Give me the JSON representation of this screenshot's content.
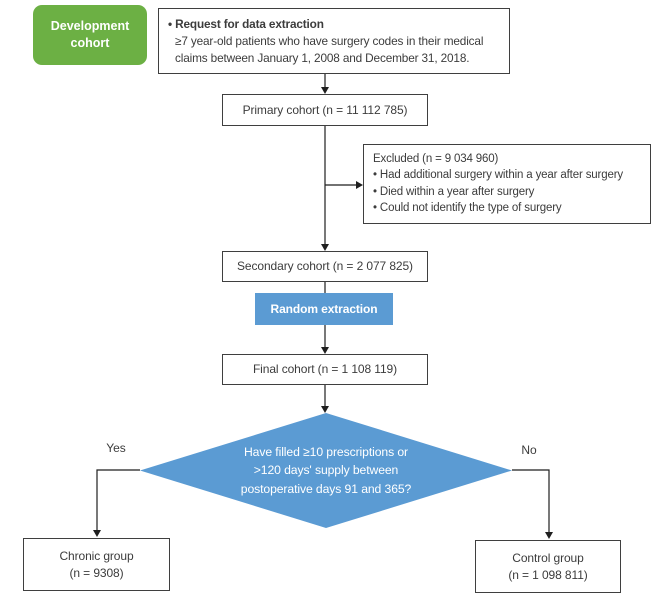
{
  "colors": {
    "green": "#6cb044",
    "blue": "#5b9bd3",
    "box_border": "#3f3f3f",
    "text": "#3c3c3c",
    "line": "#1f1f1f"
  },
  "nodes": {
    "development": {
      "line1": "Development",
      "line2": "cohort"
    },
    "request": {
      "title": "• Request for data extraction",
      "body": "≥7 year-old patients who have surgery codes in their medical claims between January 1, 2008 and December 31, 2018."
    },
    "primary": {
      "label": "Primary cohort (n = 11 112 785)"
    },
    "excluded": {
      "title": "Excluded (n = 9 034 960)",
      "bullets": [
        "• Had additional surgery within a year after surgery",
        "• Died within a year after surgery",
        "• Could not identify the type of surgery"
      ]
    },
    "secondary": {
      "label": "Secondary cohort (n = 2 077 825)"
    },
    "random_extraction": {
      "label": "Random extraction"
    },
    "final": {
      "label": "Final cohort (n = 1 108 119)"
    },
    "decision": {
      "line1": "Have filled ≥10 prescriptions or",
      "line2": ">120 days' supply between",
      "line3": "postoperative days 91 and 365?"
    },
    "branch_yes": "Yes",
    "branch_no": "No",
    "chronic": {
      "line1": "Chronic group",
      "line2": "(n = 9308)"
    },
    "control": {
      "line1": "Control group",
      "line2": "(n = 1 098 811)"
    }
  }
}
